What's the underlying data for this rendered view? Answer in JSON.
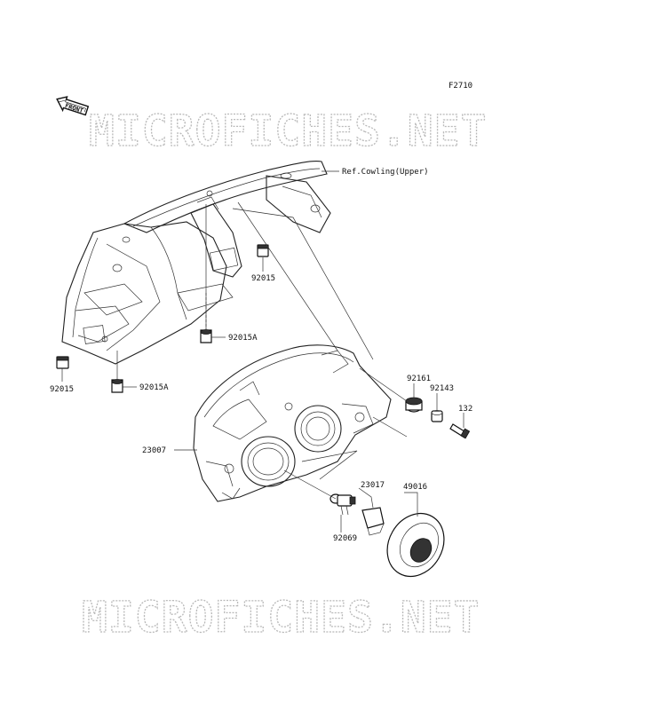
{
  "figure_code": "F2710",
  "front_badge": "FRONT",
  "watermark": "MICROFICHES.NET",
  "reference_label": "Ref.Cowling(Upper)",
  "part_labels": {
    "p92015_a": "92015",
    "p92015_b": "92015",
    "p92015A_a": "92015A",
    "p92015A_b": "92015A",
    "p92161": "92161",
    "p92143": "92143",
    "p132": "132",
    "p23007": "23007",
    "p23017": "23017",
    "p49016": "49016",
    "p92069": "92069"
  }
}
